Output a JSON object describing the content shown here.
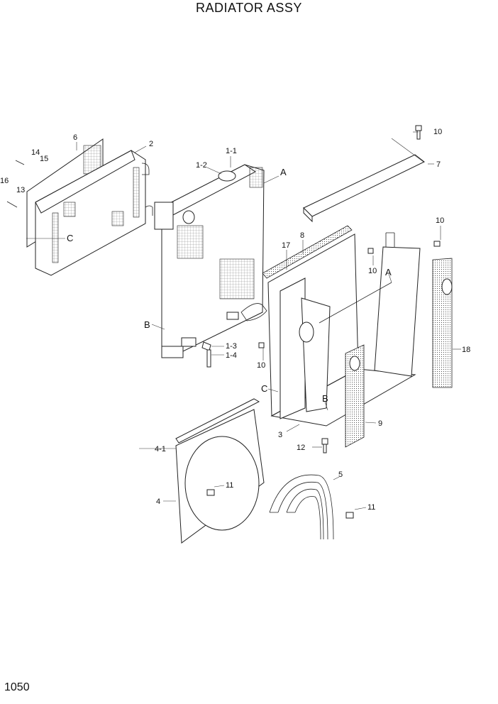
{
  "title": "RADIATOR ASSY",
  "page_number": "1050",
  "callouts": {
    "c1_1": "1-1",
    "c1_2": "1-2",
    "c1_3": "1-3",
    "c1_4": "1-4",
    "c2": "2",
    "c3": "3",
    "c4": "4",
    "c4_1": "4-1",
    "c5": "5",
    "c6": "6",
    "c7": "7",
    "c8": "8",
    "c9": "9",
    "c10": "10",
    "c11": "11",
    "c12": "12",
    "c13": "13",
    "c14": "14",
    "c15": "15",
    "c16": "16",
    "c17": "17",
    "c18": "18"
  },
  "refs": {
    "A": "A",
    "B": "B",
    "C": "C"
  }
}
